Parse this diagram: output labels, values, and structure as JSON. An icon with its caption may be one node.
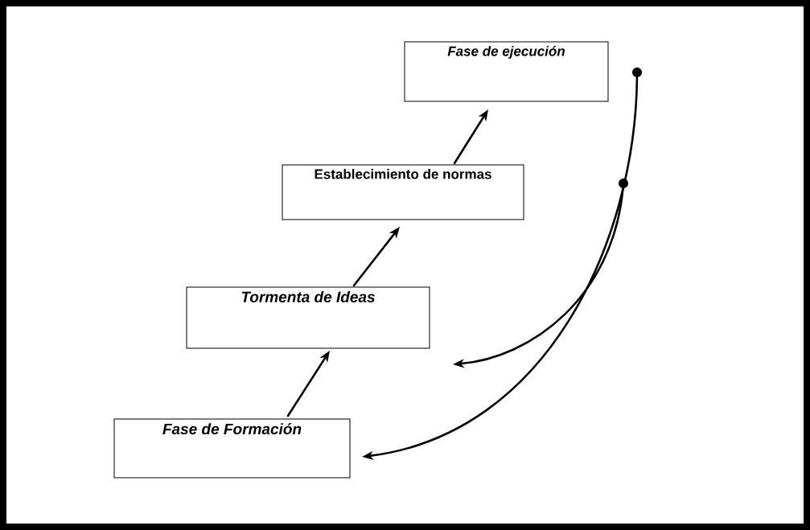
{
  "diagram": {
    "nodes": [
      {
        "text": [
          "Fase de ejecución"
        ]
      },
      {
        "text": [
          "Establecimiento de normas"
        ]
      },
      {
        "text": [
          "Tormenta de Ideas"
        ]
      },
      {
        "text": [
          "Fase de Formación"
        ]
      },
      {
        "text": [],
        "shape": "circle"
      },
      {
        "text": [],
        "shape": "circle"
      }
    ],
    "edges": [
      {
        "from": 3,
        "to": 2,
        "arrow": "to"
      },
      {
        "from": 2,
        "to": 1,
        "arrow": "to"
      },
      {
        "from": 1,
        "to": 0,
        "arrow": "to"
      },
      {
        "from": 4,
        "to": 3,
        "arrow": "to"
      },
      {
        "from": 5,
        "to": null,
        "arrow": "to"
      }
    ]
  }
}
